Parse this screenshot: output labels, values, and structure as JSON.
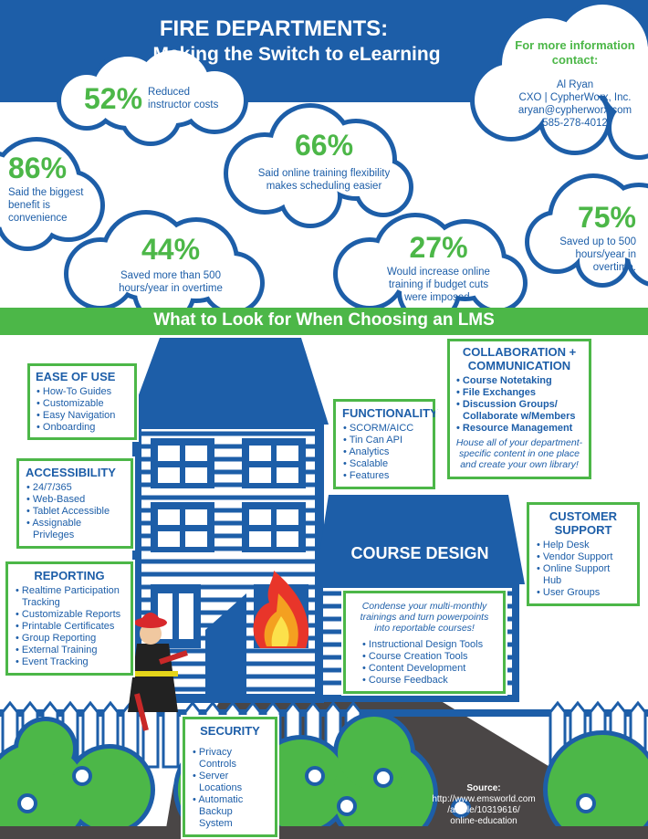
{
  "header": {
    "title": "FIRE DEPARTMENTS:",
    "subtitle": "Making the Switch to eLearning"
  },
  "contact": {
    "heading": "For more information contact:",
    "name": "Al Ryan",
    "role": "CXO | CypherWorx, Inc.",
    "email": "aryan@cypherworx.com",
    "phone": "585-278-4012"
  },
  "stats": [
    {
      "value": "52%",
      "text": "Reduced instructor costs"
    },
    {
      "value": "86%",
      "text": "Said the biggest benefit is convenience"
    },
    {
      "value": "66%",
      "text": "Said online training flexibility makes scheduling easier"
    },
    {
      "value": "44%",
      "text": "Saved more than 500 hours/year in overtime"
    },
    {
      "value": "27%",
      "text": "Would increase online training if budget cuts were imposed."
    },
    {
      "value": "75%",
      "text": "Saved up to 500 hours/year in overtime."
    }
  ],
  "banner": "What to Look for When Choosing an LMS",
  "course_design_label": "COURSE DESIGN",
  "boxes": {
    "ease": {
      "title": "EASE OF USE",
      "items": [
        "How-To Guides",
        "Customizable",
        "Easy Navigation",
        "Onboarding"
      ]
    },
    "access": {
      "title": "ACCESSIBILITY",
      "items": [
        "24/7/365",
        "Web-Based",
        "Tablet Accessible",
        "Assignable Privleges"
      ]
    },
    "reporting": {
      "title": "REPORTING",
      "items": [
        "Realtime Participation Tracking",
        "Customizable Reports",
        "Printable Certificates",
        "Group Reporting",
        "External Training",
        "Event Tracking"
      ]
    },
    "functionality": {
      "title": "FUNCTIONALITY",
      "items": [
        "SCORM/AICC",
        "Tin Can API",
        "Analytics",
        "Scalable",
        "Features"
      ]
    },
    "collab": {
      "title": "COLLABORATION + COMMUNICATION",
      "items": [
        "Course Notetaking",
        "File Exchanges",
        "Discussion Groups/ Collaborate w/Members",
        "Resource Management"
      ],
      "note": "House all of your department-specific content in one place and create your own library!"
    },
    "support": {
      "title": "CUSTOMER SUPPORT",
      "items": [
        "Help Desk",
        "Vendor Support",
        "Online Support Hub",
        "User Groups"
      ]
    },
    "course": {
      "note": "Condense your multi-monthly trainings and turn powerpoints into reportable courses!",
      "items": [
        "Instructional Design Tools",
        "Course Creation Tools",
        "Content Development",
        "Course Feedback"
      ]
    },
    "security": {
      "title": "SECURITY",
      "items": [
        "Privacy Controls",
        "Server Locations",
        "Automatic Backup System"
      ]
    }
  },
  "source": {
    "label": "Source:",
    "lines": [
      "http://www.emsworld.com",
      "/article/10319616/",
      "online-education"
    ]
  },
  "colors": {
    "blue": "#1d5ea8",
    "green": "#4cb748",
    "path": "#4a4646",
    "flame": "#f4a020"
  }
}
